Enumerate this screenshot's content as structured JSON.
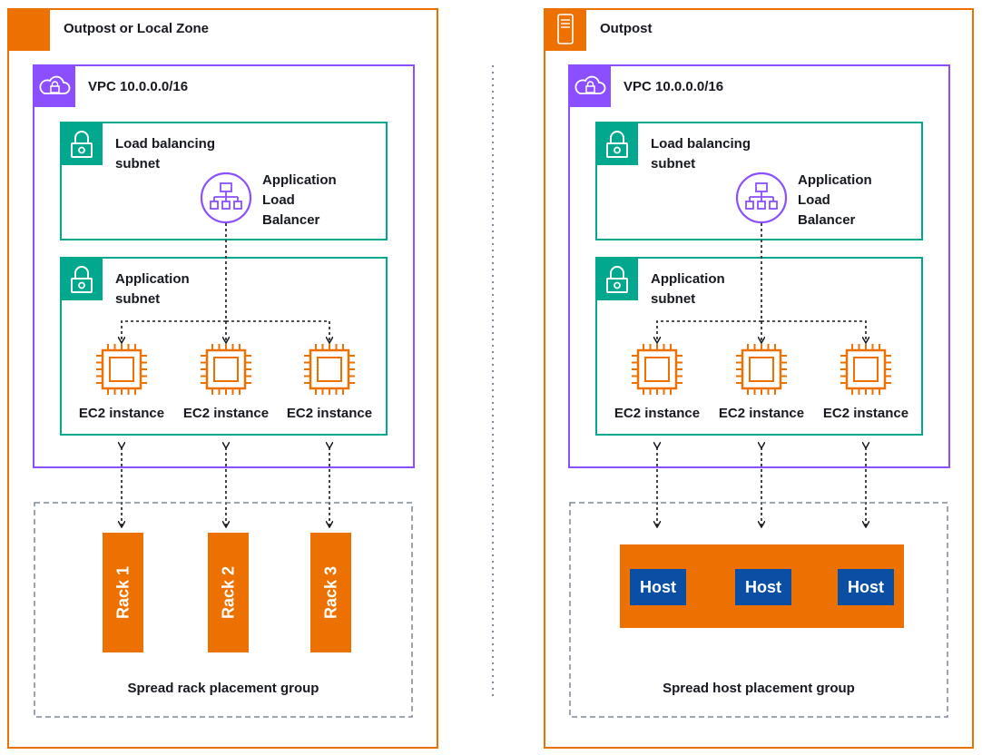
{
  "left": {
    "outer_title": "Outpost or Local Zone",
    "vpc_label": "VPC 10.0.0.0/16",
    "lb_subnet_label": "Load balancing subnet",
    "alb_label": "Application Load Balancer",
    "app_subnet_label": "Application subnet",
    "instances": [
      "EC2 instance",
      "EC2 instance",
      "EC2 instance"
    ],
    "racks": [
      "Rack 1",
      "Rack 2",
      "Rack 3"
    ],
    "group_label": "Spread rack placement group"
  },
  "right": {
    "outer_title": "Outpost",
    "vpc_label": "VPC 10.0.0.0/16",
    "lb_subnet_label": "Load balancing subnet",
    "alb_label": "Application Load Balancer",
    "app_subnet_label": "Application subnet",
    "instances": [
      "EC2 instance",
      "EC2 instance",
      "EC2 instance"
    ],
    "hosts": [
      "Host",
      "Host",
      "Host"
    ],
    "group_label": "Spread host placement group"
  },
  "colors": {
    "outpost_orange": "#ed7100",
    "vpc_purple": "#8c4fff",
    "subnet_teal": "#01a88d",
    "host_blue": "#0a4fa3"
  },
  "icons": {
    "outer_left": "outpost-square-icon",
    "outer_right": "outpost-server-icon",
    "vpc": "vpc-cloud-lock-icon",
    "subnet": "padlock-icon",
    "alb": "application-load-balancer-icon",
    "instance": "ec2-chip-icon"
  }
}
